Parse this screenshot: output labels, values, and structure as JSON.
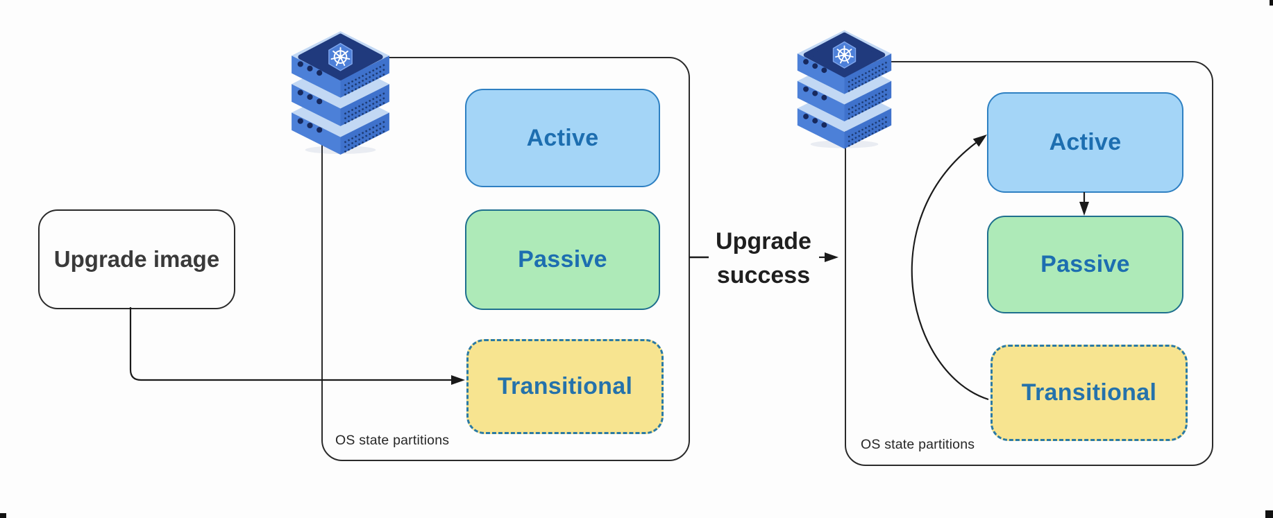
{
  "diagram": {
    "upgrade_image_box": {
      "label": "Upgrade image"
    },
    "transition": {
      "label": "Upgrade success"
    },
    "clusters": [
      {
        "name": "before-upgrade",
        "footer_label": "OS state partitions",
        "partitions": [
          {
            "label": "Active",
            "fill": "#a4d5f7",
            "border": "#2e80c2",
            "border_style": "solid"
          },
          {
            "label": "Passive",
            "fill": "#aeeab8",
            "border": "#1e6f8e",
            "border_style": "solid"
          },
          {
            "label": "Transitional",
            "fill": "#f7e490",
            "border": "#2b7aa4",
            "border_style": "dashed"
          }
        ]
      },
      {
        "name": "after-upgrade",
        "footer_label": "OS state partitions",
        "partitions": [
          {
            "label": "Active",
            "fill": "#a4d5f7",
            "border": "#2e80c2",
            "border_style": "solid"
          },
          {
            "label": "Passive",
            "fill": "#aeeab8",
            "border": "#1e6f8e",
            "border_style": "solid"
          },
          {
            "label": "Transitional",
            "fill": "#f7e490",
            "border": "#2b7aa4",
            "border_style": "dashed"
          }
        ]
      }
    ],
    "arrows": [
      {
        "name": "upgrade-image-to-transitional",
        "type": "elbow"
      },
      {
        "name": "upgrade-success-connector",
        "type": "dash-text-arrow"
      },
      {
        "name": "active-to-passive",
        "type": "straight-down"
      },
      {
        "name": "transitional-to-active",
        "type": "curved"
      }
    ],
    "icons": {
      "server": "kubernetes-server-stack-icon"
    },
    "colors": {
      "canvas_bg": "#fdfdfd",
      "line": "#1c1c1c",
      "partition_label_text": "#1d6eb0",
      "dark_text": "#2a2a2a",
      "server_face": "#4c80d8",
      "server_top": "#c2d8f4",
      "kubernetes_panel": "#203a7d",
      "kubernetes_hexagon": "#4d7fd8"
    }
  }
}
